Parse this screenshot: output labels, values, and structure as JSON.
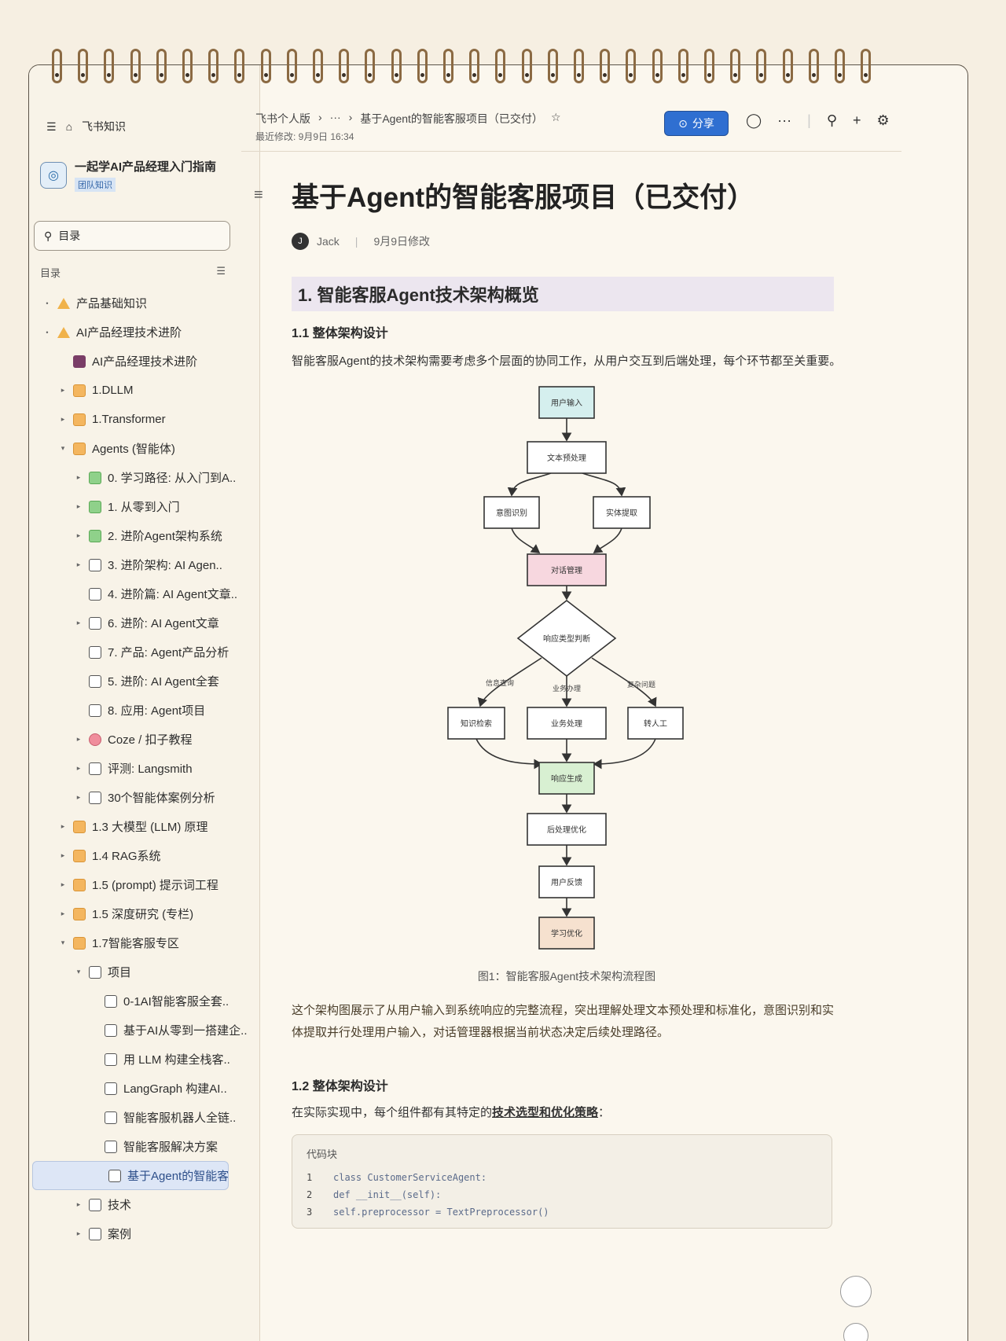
{
  "topnav": {
    "label": "飞书知识"
  },
  "workspace": {
    "title": "一起学AI产品经理入门指南",
    "tag": "团队知识"
  },
  "search": {
    "placeholder": "目录"
  },
  "toc": {
    "label": "目录"
  },
  "tree": [
    {
      "label": "产品基础知识",
      "icon": "triangle",
      "arrow": "•",
      "indent": 0
    },
    {
      "label": "AI产品经理技术进阶",
      "icon": "triangle",
      "arrow": "•",
      "indent": 0
    },
    {
      "label": "AI产品经理技术进阶",
      "icon": "bookmark",
      "arrow": "",
      "indent": 1
    },
    {
      "label": "1.DLLM",
      "icon": "orange",
      "arrow": "▸",
      "indent": 1
    },
    {
      "label": "1.Transformer",
      "icon": "orange",
      "arrow": "▸",
      "indent": 1
    },
    {
      "label": "Agents (智能体)",
      "icon": "orange",
      "arrow": "▾",
      "indent": 1
    },
    {
      "label": "0. 学习路径: 从入门到A..",
      "icon": "green",
      "arrow": "▸",
      "indent": 2
    },
    {
      "label": "1. 从零到入门",
      "icon": "green",
      "arrow": "▸",
      "indent": 2
    },
    {
      "label": "2. 进阶Agent架构系统",
      "icon": "green",
      "arrow": "▸",
      "indent": 2
    },
    {
      "label": "3. 进阶架构: AI Agen..",
      "icon": "doc",
      "arrow": "▸",
      "indent": 2
    },
    {
      "label": "4. 进阶篇: AI Agent文章..",
      "icon": "doc",
      "arrow": "",
      "indent": 2
    },
    {
      "label": "6. 进阶: AI Agent文章",
      "icon": "doc",
      "arrow": "▸",
      "indent": 2
    },
    {
      "label": "7. 产品: Agent产品分析",
      "icon": "doc",
      "arrow": "",
      "indent": 2
    },
    {
      "label": "5. 进阶: AI Agent全套",
      "icon": "doc",
      "arrow": "",
      "indent": 2
    },
    {
      "label": "8. 应用: Agent项目",
      "icon": "doc",
      "arrow": "",
      "indent": 2
    },
    {
      "label": "Coze / 扣子教程",
      "icon": "pink",
      "arrow": "▸",
      "indent": 2
    },
    {
      "label": "评测: Langsmith",
      "icon": "doc",
      "arrow": "▸",
      "indent": 2
    },
    {
      "label": "30个智能体案例分析",
      "icon": "doc",
      "arrow": "▸",
      "indent": 2
    },
    {
      "label": "1.3 大模型 (LLM) 原理",
      "icon": "orange",
      "arrow": "▸",
      "indent": 1
    },
    {
      "label": "1.4 RAG系统",
      "icon": "orange",
      "arrow": "▸",
      "indent": 1
    },
    {
      "label": "1.5 (prompt) 提示词工程",
      "icon": "orange",
      "arrow": "▸",
      "indent": 1
    },
    {
      "label": "1.5 深度研究 (专栏)",
      "icon": "orange",
      "arrow": "▸",
      "indent": 1
    },
    {
      "label": "1.7智能客服专区",
      "icon": "orange",
      "arrow": "▾",
      "indent": 1
    },
    {
      "label": "项目",
      "icon": "doc",
      "arrow": "▾",
      "indent": 2
    },
    {
      "label": "0-1AI智能客服全套..",
      "icon": "doc",
      "arrow": "",
      "indent": 3
    },
    {
      "label": "基于AI从零到一搭建企..",
      "icon": "doc",
      "arrow": "",
      "indent": 3
    },
    {
      "label": "用 LLM 构建全栈客..",
      "icon": "doc",
      "arrow": "",
      "indent": 3
    },
    {
      "label": "LangGraph 构建AI..",
      "icon": "doc",
      "arrow": "",
      "indent": 3
    },
    {
      "label": "智能客服机器人全链..",
      "icon": "doc",
      "arrow": "",
      "indent": 3
    },
    {
      "label": "智能客服解决方案",
      "icon": "doc",
      "arrow": "",
      "indent": 3
    },
    {
      "label": "基于Agent的智能客服..",
      "icon": "doc",
      "arrow": "",
      "indent": 3,
      "active": true
    },
    {
      "label": "技术",
      "icon": "doc",
      "arrow": "▸",
      "indent": 2
    },
    {
      "label": "案例",
      "icon": "doc",
      "arrow": "▸",
      "indent": 2
    }
  ],
  "header": {
    "crumb_root": "飞书个人版",
    "crumb_more": "···",
    "crumb_page": "基于Agent的智能客服项目（已交付）",
    "edited": "最近修改: 9月9日 16:34",
    "share": "分享"
  },
  "doc": {
    "title": "基于Agent的智能客服项目（已交付）",
    "author": "Jack",
    "modified": "9月9日修改",
    "section1": "1. 智能客服Agent技术架构概览",
    "sub11": "1.1 整体架构设计",
    "intro": "智能客服Agent的技术架构需要考虑多个层面的协同工作，从用户交互到后端处理，每个环节都至关重要。",
    "caption": "图1：智能客服Agent技术架构流程图",
    "explain": "这个架构图展示了从用户输入到系统响应的完整流程，突出理解处理文本预处理和标准化，意图识别和实体提取并行处理用户输入，对话管理器根据当前状态决定后续处理路径。",
    "sub12": "1.2 整体架构设计",
    "detail_prefix": "在实际实现中，每个组件都有其特定的",
    "detail_bold": "技术选型和优化策略",
    "detail_suffix": "：",
    "code_label": "代码块",
    "code_lines": [
      {
        "n": "1",
        "t": "class CustomerServiceAgent:"
      },
      {
        "n": "2",
        "t": "    def __init__(self):"
      },
      {
        "n": "3",
        "t": "        self.preprocessor = TextPreprocessor()"
      }
    ]
  },
  "diagram": {
    "nodes": [
      {
        "id": "input",
        "label": "用户输入",
        "color": "#d5efee"
      },
      {
        "id": "pre",
        "label": "文本预处理",
        "color": "#ffffff"
      },
      {
        "id": "intent",
        "label": "意图识别",
        "color": "#ffffff"
      },
      {
        "id": "entity",
        "label": "实体提取",
        "color": "#ffffff"
      },
      {
        "id": "dialog",
        "label": "对话管理",
        "color": "#f7d7df"
      },
      {
        "id": "decide",
        "label": "响应类型判断",
        "color": "#ffffff"
      },
      {
        "id": "kb",
        "label": "知识检索",
        "color": "#ffffff"
      },
      {
        "id": "biz",
        "label": "业务处理",
        "color": "#ffffff"
      },
      {
        "id": "human",
        "label": "转人工",
        "color": "#ffffff"
      },
      {
        "id": "gen",
        "label": "响应生成",
        "color": "#d8f0d2"
      },
      {
        "id": "post",
        "label": "后处理优化",
        "color": "#ffffff"
      },
      {
        "id": "out",
        "label": "用户反馈",
        "color": "#ffffff"
      },
      {
        "id": "learn",
        "label": "学习优化",
        "color": "#f6e1cf"
      }
    ],
    "edge_labels": [
      "信息查询",
      "业务办理",
      "复杂问题"
    ]
  },
  "colors": {
    "accent": "#2f6fd1",
    "section_bg": "#ece6ef"
  }
}
